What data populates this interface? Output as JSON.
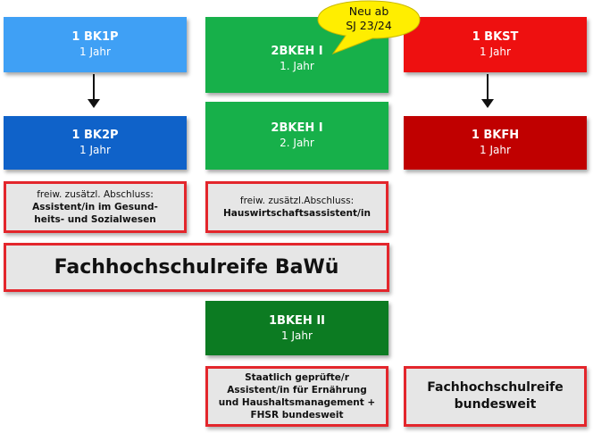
{
  "colors": {
    "light_blue": "#3fa0f5",
    "blue": "#0f62c9",
    "green": "#17b04a",
    "dark_green": "#0c7b22",
    "red": "#ee1010",
    "dark_red": "#c00000",
    "note_border": "#e3262c",
    "note_fill": "#e6e6e6",
    "bubble_fill": "#ffee00"
  },
  "bubble": {
    "line1": "Neu ab",
    "line2": "SJ 23/24"
  },
  "columns": {
    "left": {
      "top": {
        "title": "1 BK1P",
        "duration": "1 Jahr"
      },
      "bottom": {
        "title": "1 BK2P",
        "duration": "1 Jahr"
      },
      "note": {
        "line1": "freiw. zusätzl. Abschluss:",
        "line2": "Assistent/in im Gesund-",
        "line3": "heits- und Sozialwesen"
      }
    },
    "middle": {
      "top": {
        "title": "2BKEH I",
        "duration": "1. Jahr"
      },
      "bottom": {
        "title": "2BKEH I",
        "duration": "2. Jahr"
      },
      "note": {
        "line1": "freiw. zusätzl.Abschluss:",
        "line2": "Hauswirtschaftsassistent/in"
      },
      "extra": {
        "title": "1BKEH II",
        "duration": "1 Jahr"
      },
      "final": {
        "line1": "Staatlich geprüfte/r",
        "line2": "Assistent/in für Ernährung",
        "line3": "und Haushaltsmanagement +",
        "line4": "FHSR bundesweit"
      }
    },
    "right": {
      "top": {
        "title": "1 BKST",
        "duration": "1 Jahr"
      },
      "bottom": {
        "title": "1 BKFH",
        "duration": "1 Jahr"
      },
      "final": {
        "line1": "Fachhochschulreife",
        "line2": "bundesweit"
      }
    }
  },
  "banner": {
    "text": "Fachhochschulreife BaWü"
  }
}
